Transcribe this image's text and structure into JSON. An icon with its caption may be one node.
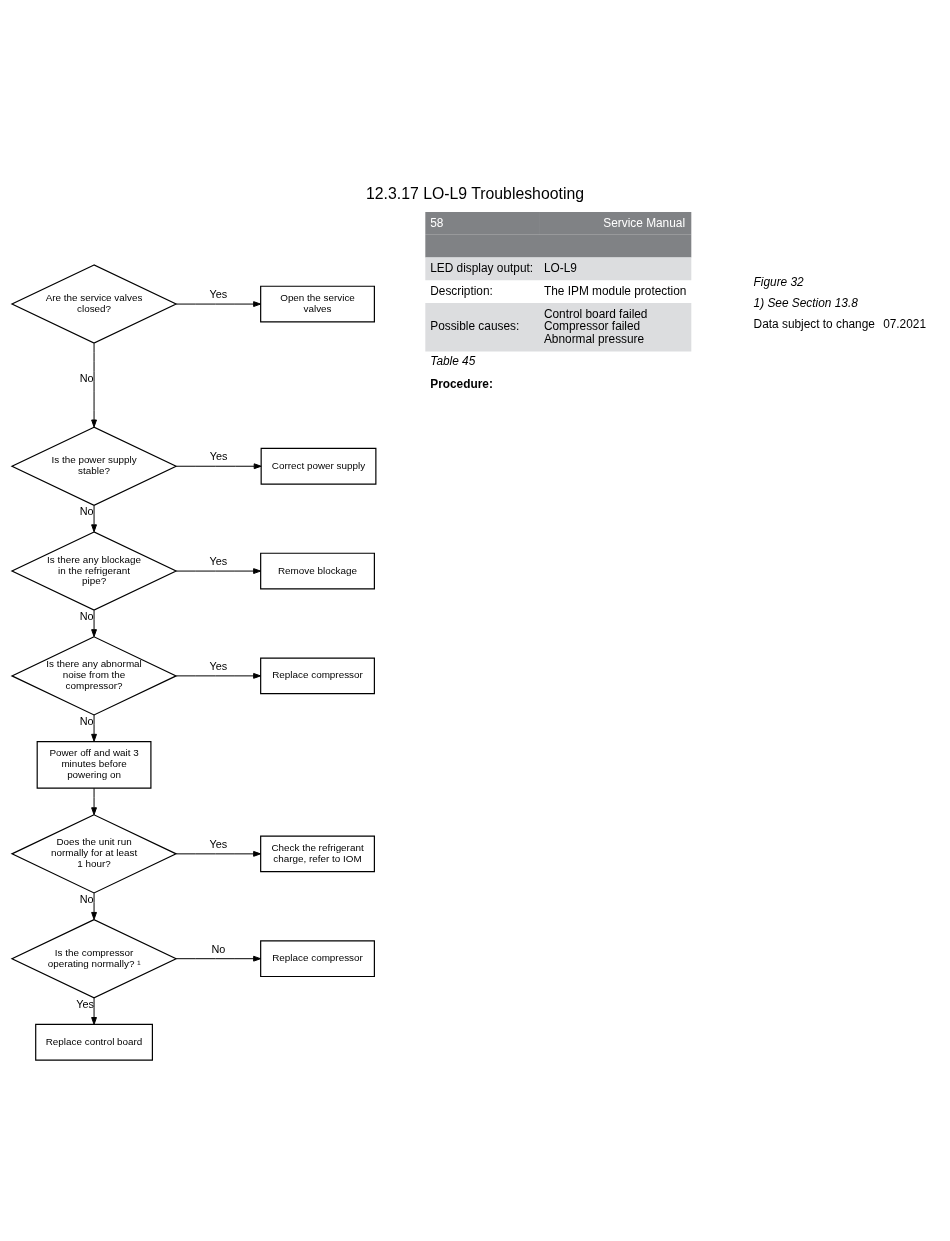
{
  "diagram": {
    "title": "12.3.17 LO-L9 Troubleshooting",
    "nodes": [
      {
        "text": [
          "Are the service valves closed?"
        ]
      },
      {
        "text": [
          "Open the service valves"
        ]
      },
      {
        "text": [
          "Is the power supply stable?"
        ]
      },
      {
        "text": [
          "Correct power supply"
        ]
      },
      {
        "text": [
          "Is there any blockage in the refrigerant pipe?"
        ]
      },
      {
        "text": [
          "Remove blockage"
        ]
      },
      {
        "text": [
          "Is there any abnormal noise from the compressor?"
        ]
      },
      {
        "text": [
          "Replace compressor"
        ]
      },
      {
        "text": [
          "Power off and wait 3 minutes before powering on"
        ]
      },
      {
        "text": [
          "Does the unit run normally for at least 1 hour?"
        ]
      },
      {
        "text": [
          "Check the refrigerant charge, refer to IOM"
        ]
      },
      {
        "text": [
          "Is the compressor operating normally? ¹"
        ]
      },
      {
        "text": [
          "Replace compressor"
        ]
      },
      {
        "text": [
          "Replace control board"
        ]
      }
    ],
    "edges": [
      {
        "from": 0,
        "to": 1,
        "arrow": "to",
        "label": "Yes"
      },
      {
        "from": 0,
        "to": 2,
        "arrow": "to",
        "label": "No"
      },
      {
        "from": 2,
        "to": 3,
        "arrow": "to",
        "label": "Yes"
      },
      {
        "from": 2,
        "to": 4,
        "arrow": "to",
        "label": "No"
      },
      {
        "from": 4,
        "to": 5,
        "arrow": "to",
        "label": "Yes"
      },
      {
        "from": 4,
        "to": 6,
        "arrow": "to",
        "label": "No"
      },
      {
        "from": 6,
        "to": 7,
        "arrow": "to",
        "label": "Yes"
      },
      {
        "from": 6,
        "to": 8,
        "arrow": "to",
        "label": "No"
      },
      {
        "from": 8,
        "to": 9,
        "arrow": "to"
      },
      {
        "from": 9,
        "to": 10,
        "arrow": "to",
        "label": "Yes"
      },
      {
        "from": 9,
        "to": 11,
        "arrow": "to",
        "label": "No"
      },
      {
        "from": 11,
        "to": 12,
        "arrow": "to",
        "label": "No"
      },
      {
        "from": 11,
        "to": 13,
        "arrow": "to",
        "label": "Yes"
      }
    ],
    "labels": [
      "58",
      "Service Manual",
      "LED display output:",
      "LO-L9",
      "Description:",
      "The IPM module protection",
      "Possible causes:",
      "Control board failed",
      "Compressor failed",
      "Abnormal pressure",
      "Table 45",
      "Procedure:",
      "Figure 32",
      "1) See Section 13.8",
      "Data subject to change",
      "07.2021"
    ]
  }
}
